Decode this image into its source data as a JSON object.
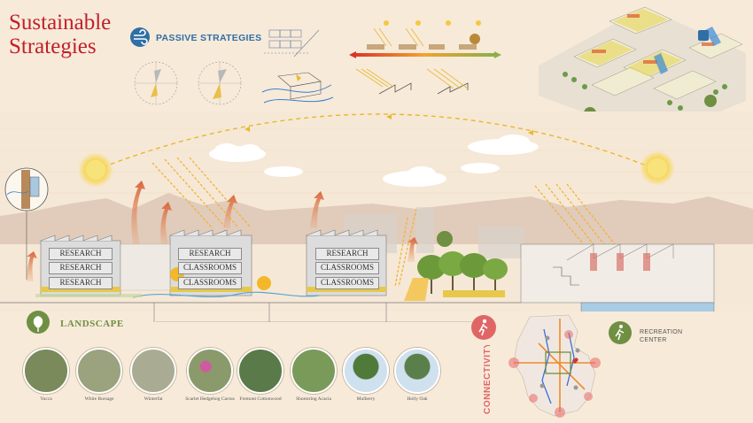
{
  "title": {
    "line1": "Sustainable",
    "line2": "Strategies"
  },
  "passive": {
    "label": "PASSIVE STRATEGIES"
  },
  "building_labels": {
    "left": [
      "RESEARCH",
      "RESEARCH",
      "RESEARCH"
    ],
    "mid": [
      "RESEARCH",
      "CLASSROOMS",
      "CLASSROOMS"
    ],
    "right": [
      "RESEARCH",
      "CLASSROOMS",
      "CLASSROOMS"
    ]
  },
  "landscape": {
    "label": "LANDSCAPE"
  },
  "plants": [
    {
      "name": "Yucca",
      "color": "#7a8a5a"
    },
    {
      "name": "White Bursage",
      "color": "#9aa27e"
    },
    {
      "name": "Winterfat",
      "color": "#a9ac92"
    },
    {
      "name": "Scarlet Hedgehog Cactus",
      "color": "#8a9a6a"
    },
    {
      "name": "Fremont Cottonwood",
      "color": "#5a7a4a"
    },
    {
      "name": "Shoestring Acacia",
      "color": "#7a9a5a"
    },
    {
      "name": "Mulberry",
      "color": "#4f7a3a"
    },
    {
      "name": "Holly Oak",
      "color": "#5a7f4a"
    }
  ],
  "connectivity": {
    "label": "CONNECTIVITY"
  },
  "recreation": {
    "line1": "RECREATION",
    "line2": "CENTER"
  },
  "colors": {
    "red": "#c0202a",
    "blue": "#2f6fa6",
    "green": "#6f8f43",
    "sun": "#f6c740",
    "coral": "#e06666"
  }
}
